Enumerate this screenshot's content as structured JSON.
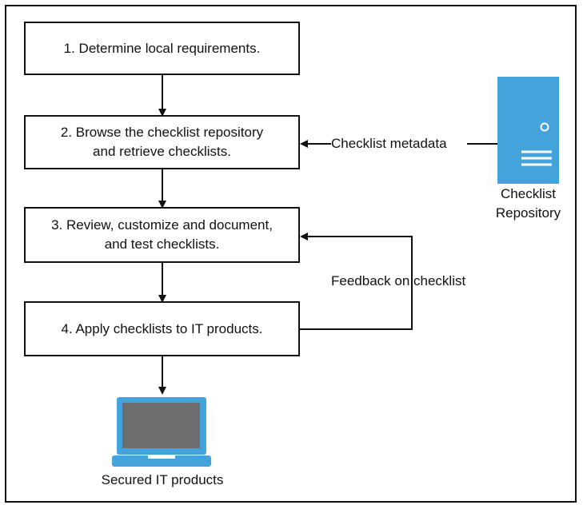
{
  "steps": [
    {
      "text": "1. Determine local requirements."
    },
    {
      "text": "2. Browse the checklist repository\nand retrieve checklists."
    },
    {
      "text": "3. Review, customize and document,\nand test checklists."
    },
    {
      "text": "4. Apply checklists to IT products."
    }
  ],
  "labels": {
    "metadata": "Checklist metadata",
    "feedback": "Feedback on checklist",
    "repository": "Checklist\nRepository",
    "secured": "Secured IT products"
  },
  "colors": {
    "server": "#45a3dc",
    "laptop_frame": "#45a3dc",
    "laptop_screen": "#6d6d6d",
    "line": "#111111"
  },
  "icons": {
    "repository": "server-icon",
    "products": "laptop-icon"
  }
}
